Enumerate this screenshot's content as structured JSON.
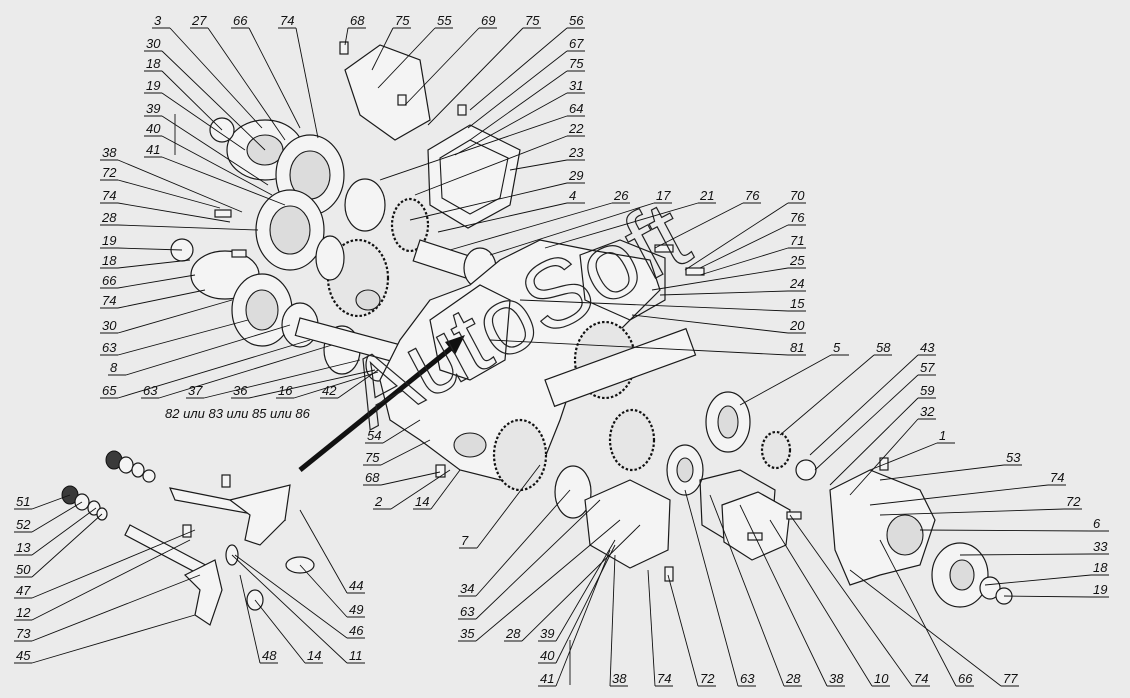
{
  "diagram": {
    "watermark": "AutoSoft",
    "variant_label": "82 или 83 или 85 или 86",
    "callouts": [
      "3",
      "27",
      "66",
      "74",
      "68",
      "75",
      "55",
      "69",
      "75",
      "56",
      "30",
      "67",
      "18",
      "75",
      "19",
      "31",
      "39",
      "64",
      "40",
      "22",
      "41",
      "23",
      "38",
      "29",
      "72",
      "4",
      "74",
      "26",
      "17",
      "21",
      "76",
      "70",
      "28",
      "76",
      "19",
      "71",
      "18",
      "25",
      "66",
      "24",
      "74",
      "15",
      "30",
      "20",
      "63",
      "81",
      "8",
      "5",
      "65",
      "58",
      "43",
      "63",
      "37",
      "36",
      "16",
      "42",
      "57",
      "59",
      "54",
      "32",
      "75",
      "1",
      "68",
      "53",
      "2",
      "14",
      "74",
      "72",
      "51",
      "6",
      "52",
      "33",
      "13",
      "18",
      "50",
      "19",
      "47",
      "44",
      "12",
      "49",
      "73",
      "46",
      "45",
      "48",
      "14",
      "11",
      "7",
      "34",
      "63",
      "35",
      "28",
      "39",
      "40",
      "41",
      "38",
      "74",
      "72",
      "63",
      "28",
      "38",
      "10",
      "74",
      "66",
      "77"
    ]
  },
  "colors": {
    "background": "#ebebeb",
    "line": "#111111",
    "pointer_arrow": "#111111"
  }
}
